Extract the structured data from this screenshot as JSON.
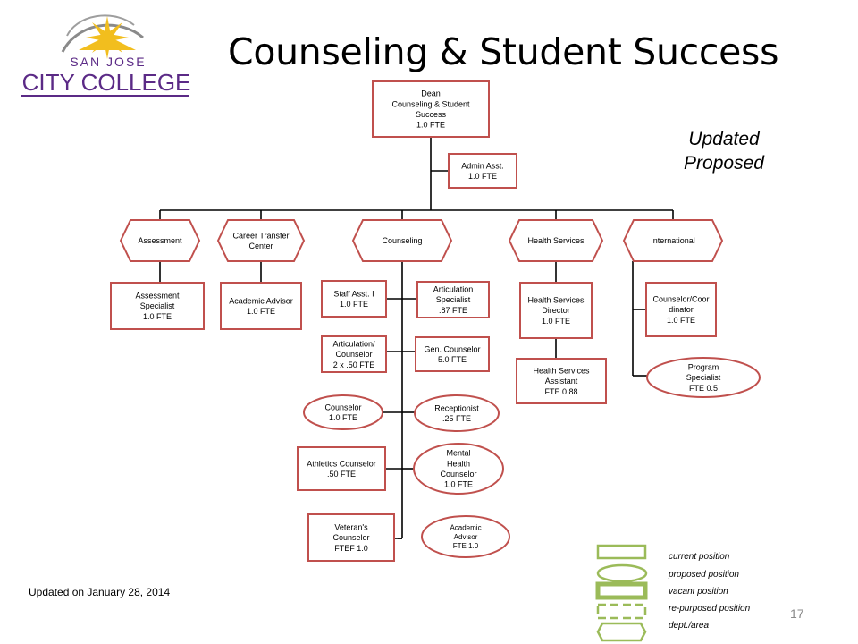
{
  "logo": {
    "line1": "SAN JOSE",
    "line2": "CITY COLLEGE"
  },
  "title": "Counseling & Student Success",
  "status_label": [
    "Updated",
    "Proposed"
  ],
  "footer": {
    "updated_on": "Updated on January 28, 2014",
    "page_number": "17"
  },
  "legend": [
    {
      "shape": "current",
      "label": "current position"
    },
    {
      "shape": "proposed",
      "label": "proposed position"
    },
    {
      "shape": "vacant",
      "label": "vacant position"
    },
    {
      "shape": "repurposed",
      "label": "re-purposed position"
    },
    {
      "shape": "dept",
      "label": "dept./area"
    }
  ],
  "colors": {
    "box_border": "#c0504d",
    "legend_green": "#9bbb59",
    "line": "#000000"
  },
  "org_chart": {
    "dean": {
      "lines": [
        "Dean",
        "Counseling & Student",
        "Success",
        "1.0 FTE"
      ]
    },
    "admin": {
      "lines": [
        "Admin Asst.",
        "1.0 FTE"
      ]
    },
    "departments": [
      {
        "name": "Assessment",
        "positions": [
          {
            "lines": [
              "Assessment",
              "Specialist",
              "1.0 FTE"
            ],
            "status": "current"
          }
        ]
      },
      {
        "name": "Career Transfer Center",
        "positions": [
          {
            "lines": [
              "Academic Advisor",
              "1.0 FTE"
            ],
            "status": "current"
          }
        ]
      },
      {
        "name": "Counseling",
        "positions_left": [
          {
            "lines": [
              "Staff Asst. I",
              "1.0 FTE"
            ],
            "status": "current"
          },
          {
            "lines": [
              "Articulation/",
              "Counselor",
              "2 x .50 FTE"
            ],
            "status": "current"
          },
          {
            "lines": [
              "Counselor",
              "1.0 FTE"
            ],
            "status": "proposed"
          },
          {
            "lines": [
              "Athletics Counselor",
              ".50 FTE"
            ],
            "status": "current"
          },
          {
            "lines": [
              "Veteran's",
              "Counselor",
              "FTEF 1.0"
            ],
            "status": "current"
          }
        ],
        "positions_right": [
          {
            "lines": [
              "Articulation",
              "Specialist",
              ".87 FTE"
            ],
            "status": "current"
          },
          {
            "lines": [
              "Gen. Counselor",
              "5.0 FTE"
            ],
            "status": "current"
          },
          {
            "lines": [
              "Receptionist",
              ".25 FTE"
            ],
            "status": "proposed"
          },
          {
            "lines": [
              "Mental",
              "Health",
              "Counselor",
              "1.0 FTE"
            ],
            "status": "proposed"
          },
          {
            "lines": [
              "Academic",
              "Advisor",
              "FTE 1.0"
            ],
            "status": "proposed"
          }
        ]
      },
      {
        "name": "Health Services",
        "positions": [
          {
            "lines": [
              "Health Services",
              "Director",
              "1.0 FTE"
            ],
            "status": "current"
          },
          {
            "lines": [
              "Health Services",
              "Assistant",
              "FTE 0.88"
            ],
            "status": "current"
          }
        ]
      },
      {
        "name": "International",
        "positions": [
          {
            "lines": [
              "Counselor/Coor",
              "dinator",
              "1.0 FTE"
            ],
            "status": "current"
          },
          {
            "lines": [
              "Program",
              "Specialist",
              "FTE 0.5"
            ],
            "status": "proposed"
          }
        ]
      }
    ]
  }
}
